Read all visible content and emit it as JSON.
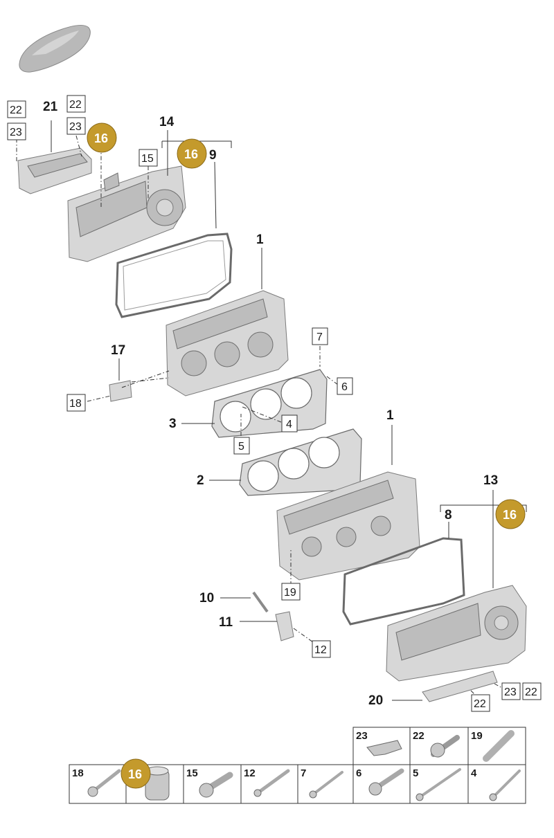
{
  "colors": {
    "badge": "#c49a2c",
    "part_fill": "#d7d7d7",
    "line": "#333333"
  },
  "icons": {
    "vehicle": "car-silhouette-icon"
  },
  "callouts": {
    "c1a": "1",
    "c1b": "1",
    "c2": "2",
    "c3": "3",
    "c8": "8",
    "c9": "9",
    "c10": "10",
    "c11": "11",
    "c13": "13",
    "c14": "14",
    "c17": "17",
    "c20": "20",
    "c21": "21"
  },
  "boxes": {
    "b22a": "22",
    "b23a": "23",
    "b22b": "22",
    "b23b": "23",
    "b15": "15",
    "b7": "7",
    "b6": "6",
    "b18": "18",
    "b4": "4",
    "b5": "5",
    "b19": "19",
    "b12": "12",
    "b23c": "23",
    "b22c": "22",
    "b22d": "22"
  },
  "badges": {
    "g1": "16",
    "g2": "16",
    "g3": "16",
    "g4": "16"
  },
  "hardware_table": {
    "top_row": [
      "23",
      "22",
      "19"
    ],
    "bottom_row": [
      "18",
      "16",
      "15",
      "12",
      "7",
      "6",
      "5",
      "4"
    ]
  }
}
